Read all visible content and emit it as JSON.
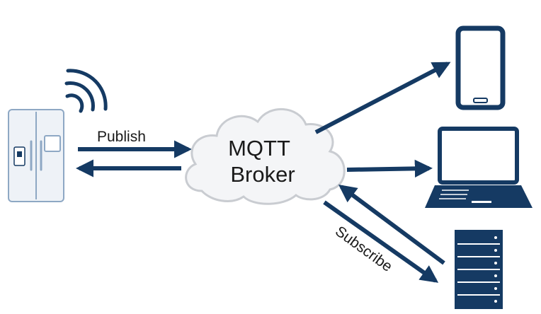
{
  "diagram": {
    "broker": {
      "line1": "MQTT",
      "line2": "Broker"
    },
    "publish_label": "Publish",
    "subscribe_label": "Subscribe",
    "colors": {
      "navy": "#153a63",
      "cloud_fill": "#f4f5f7",
      "cloud_stroke": "#c9ccd1",
      "fridge_fill": "#eef2f7",
      "fridge_stroke": "#8ea8c4",
      "text": "#1a1a1a"
    },
    "icons": [
      "refrigerator-icon",
      "wifi-signal-icon",
      "cloud-icon",
      "smartphone-icon",
      "laptop-icon",
      "server-rack-icon"
    ]
  }
}
